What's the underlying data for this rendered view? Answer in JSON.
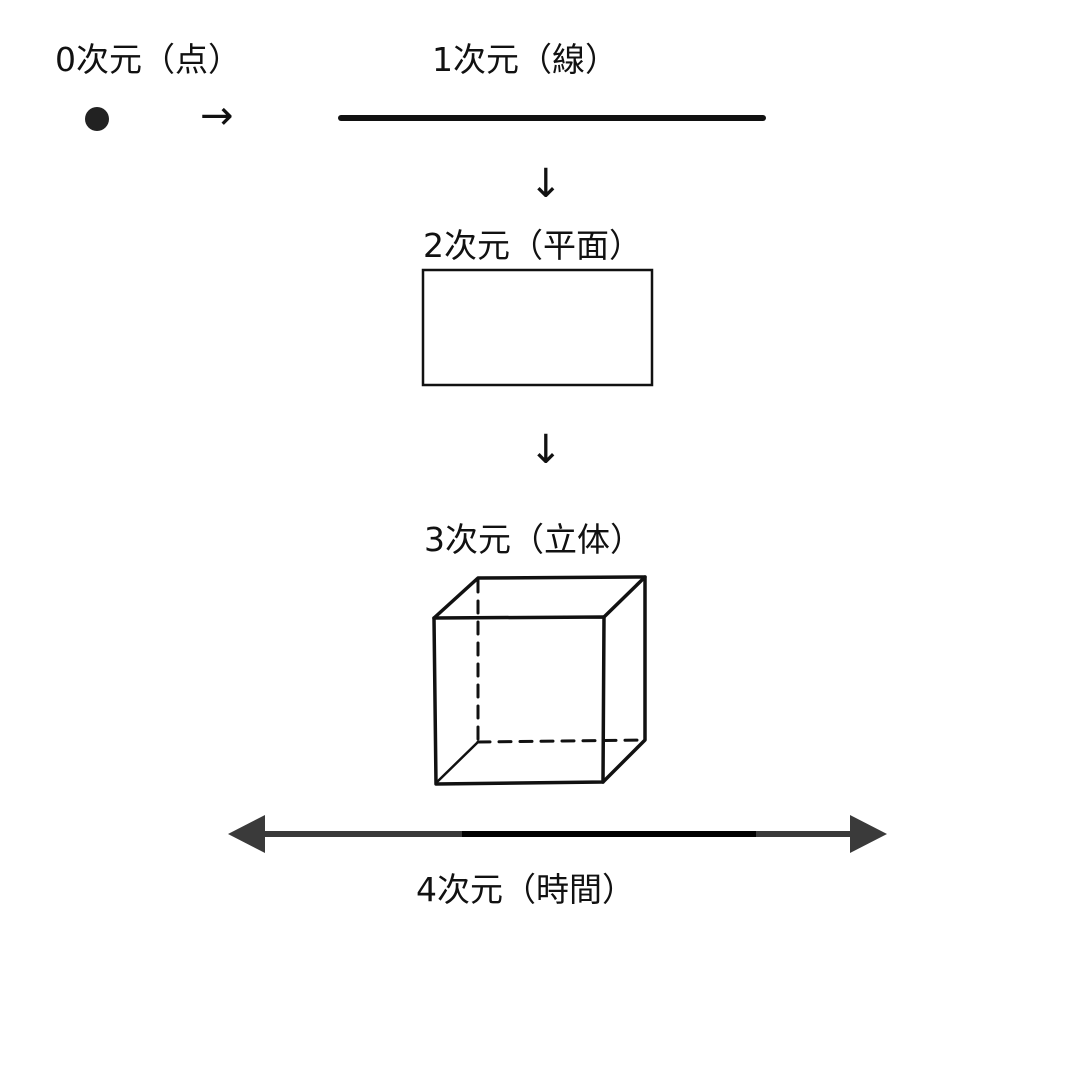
{
  "labels": {
    "dim0": "0次元（点）",
    "dim1": "1次元（線）",
    "dim2": "2次元（平面）",
    "dim3": "3次元（立体）",
    "dim4": "4次元（時間）"
  },
  "arrows": {
    "right": "→",
    "down": "↓"
  },
  "colors": {
    "ink": "#111111",
    "time_arrow": "#3a3a3a",
    "background": "#ffffff"
  }
}
